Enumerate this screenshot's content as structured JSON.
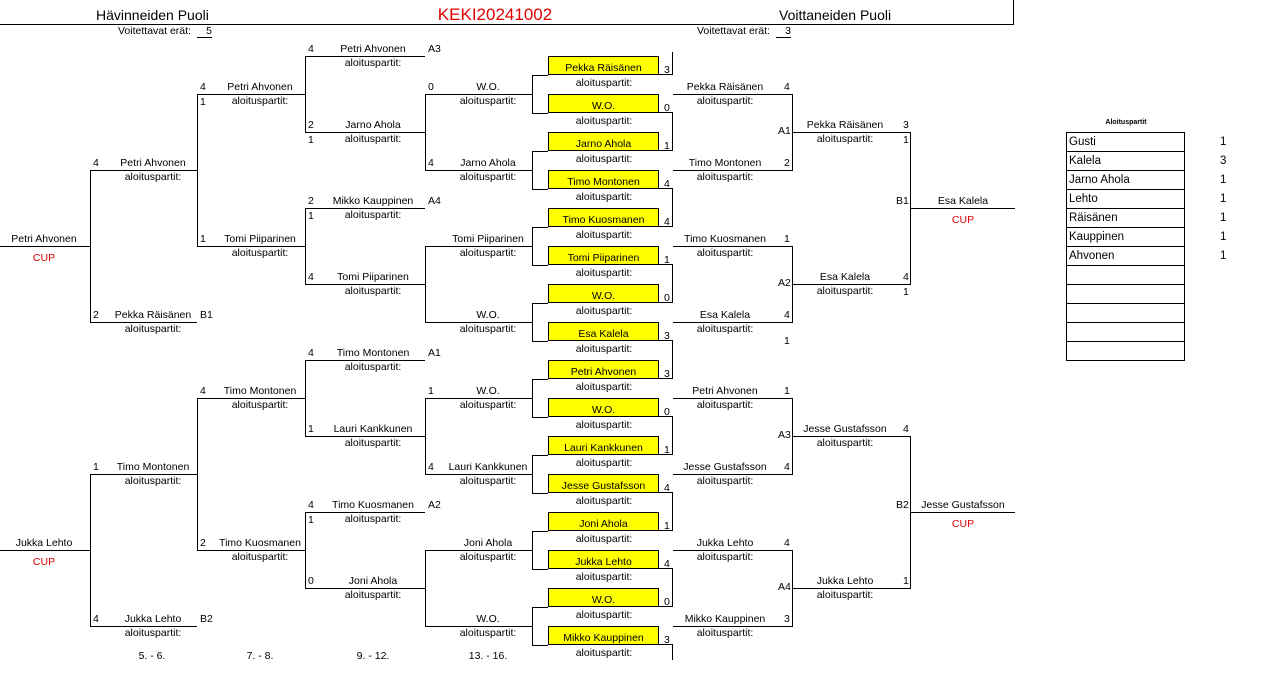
{
  "header": {
    "left_title": "Hävinneiden Puoli",
    "center_title": "KEKI20241002",
    "right_title": "Voittaneiden Puoli",
    "left_sets_label": "Voitettavat erät:",
    "left_sets_value": "5",
    "right_sets_label": "Voitettavat erät:",
    "right_sets_value": "3"
  },
  "labels": {
    "sub": "aloituspartit:",
    "cup": "CUP"
  },
  "wb": {
    "boxes": [
      {
        "name": "Pekka Räisänen",
        "score": "3"
      },
      {
        "name": "W.O.",
        "score": "0"
      },
      {
        "name": "Jarno Ahola",
        "score": "1"
      },
      {
        "name": "Timo Montonen",
        "score": "4"
      },
      {
        "name": "Timo Kuosmanen",
        "score": "4"
      },
      {
        "name": "Tomi Piiparinen",
        "score": "1"
      },
      {
        "name": "W.O.",
        "score": "0"
      },
      {
        "name": "Esa Kalela",
        "score": "3"
      },
      {
        "name": "Petri Ahvonen",
        "score": "3"
      },
      {
        "name": "W.O.",
        "score": "0"
      },
      {
        "name": "Lauri Kankkunen",
        "score": "1"
      },
      {
        "name": "Jesse Gustafsson",
        "score": "4"
      },
      {
        "name": "Joni Ahola",
        "score": "1"
      },
      {
        "name": "Jukka Lehto",
        "score": "4"
      },
      {
        "name": "W.O.",
        "score": "0"
      },
      {
        "name": "Mikko Kauppinen",
        "score": "3"
      }
    ],
    "r2": [
      {
        "name": "Pekka Räisänen",
        "score": "4"
      },
      {
        "name": "Timo Montonen",
        "score": "2"
      },
      {
        "name": "Timo Kuosmanen",
        "score": "1"
      },
      {
        "name": "Esa Kalela",
        "score": "4"
      },
      {
        "name": "Petri Ahvonen",
        "score": "1"
      },
      {
        "name": "Jesse Gustafsson",
        "score": "4"
      },
      {
        "name": "Jukka Lehto",
        "score": "4"
      },
      {
        "name": "Mikko Kauppinen",
        "score": "3"
      }
    ],
    "r2_extra": [
      "",
      "",
      "",
      "1",
      "",
      "",
      "",
      ""
    ],
    "r2_tags": [
      "",
      "A1",
      "",
      "A2",
      "",
      "A3",
      "",
      "A4"
    ],
    "r3": [
      {
        "name": "Pekka Räisänen",
        "score": "3",
        "extra": "1"
      },
      {
        "name": "Esa Kalela",
        "score": "4",
        "extra": "1"
      },
      {
        "name": "Jesse Gustafsson",
        "score": "4",
        "extra": ""
      },
      {
        "name": "Jukka Lehto",
        "score": "1",
        "extra": ""
      }
    ],
    "r4": [
      {
        "name": "Esa Kalela",
        "tag": "B1"
      },
      {
        "name": "Jesse Gustafsson",
        "tag": "B2"
      }
    ]
  },
  "lb": {
    "r1": [
      {
        "name": "Petri Ahvonen",
        "score": "4",
        "tag": "A3"
      },
      {
        "name": "Jarno Ahola",
        "score": "2",
        "extra": "1"
      },
      {
        "name": "Mikko Kauppinen",
        "score": "2",
        "extra": "1",
        "tag": "A4"
      },
      {
        "name": "Tomi Piiparinen",
        "score": "4"
      },
      {
        "name": "Timo Montonen",
        "score": "4",
        "tag": "A1"
      },
      {
        "name": "Lauri Kankkunen",
        "score": "1"
      },
      {
        "name": "Timo Kuosmanen",
        "score": "4",
        "extra": "1",
        "tag": "A2"
      },
      {
        "name": "Joni Ahola",
        "score": "0"
      }
    ],
    "r1b": [
      {
        "name": "W.O.",
        "score": "0"
      },
      {
        "name": "Jarno Ahola",
        "score": "4"
      },
      {
        "name": "Tomi Piiparinen",
        "score": ""
      },
      {
        "name": "W.O.",
        "score": ""
      },
      {
        "name": "W.O.",
        "score": "1"
      },
      {
        "name": "Lauri Kankkunen",
        "score": "4"
      },
      {
        "name": "Joni Ahola",
        "score": ""
      },
      {
        "name": "W.O.",
        "score": ""
      }
    ],
    "r2": [
      {
        "name": "Petri Ahvonen",
        "score": "4",
        "extra": "1"
      },
      {
        "name": "Tomi Piiparinen",
        "score": "1"
      },
      {
        "name": "Timo Montonen",
        "score": "4"
      },
      {
        "name": "Timo Kuosmanen",
        "score": "2"
      }
    ],
    "r3": [
      {
        "name": "Petri Ahvonen",
        "score": "4"
      },
      {
        "name": "Pekka Räisänen",
        "score": "2",
        "tag": "B1"
      },
      {
        "name": "Timo Montonen",
        "score": "1"
      },
      {
        "name": "Jukka Lehto",
        "score": "4",
        "tag": "B2"
      }
    ],
    "r4": [
      {
        "name": "Petri Ahvonen"
      },
      {
        "name": "Jukka Lehto"
      }
    ]
  },
  "footer": {
    "places": [
      "5. - 6.",
      "7. - 8.",
      "9. - 12.",
      "13. - 16."
    ]
  },
  "aloitus": {
    "title": "Aloituspartit",
    "rows": [
      {
        "name": "Gusti",
        "count": "1"
      },
      {
        "name": "Kalela",
        "count": "3"
      },
      {
        "name": "Jarno Ahola",
        "count": "1"
      },
      {
        "name": "Lehto",
        "count": "1"
      },
      {
        "name": "Räisänen",
        "count": "1"
      },
      {
        "name": "Kauppinen",
        "count": "1"
      },
      {
        "name": "Ahvonen",
        "count": "1"
      },
      {
        "name": "",
        "count": ""
      },
      {
        "name": "",
        "count": ""
      },
      {
        "name": "",
        "count": ""
      },
      {
        "name": "",
        "count": ""
      },
      {
        "name": "",
        "count": ""
      }
    ]
  }
}
